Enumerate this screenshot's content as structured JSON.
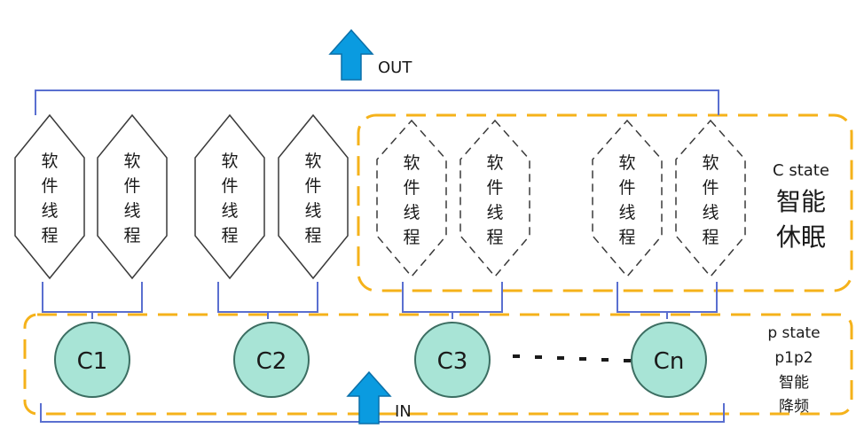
{
  "arrows": {
    "out_label": "OUT",
    "in_label": "IN",
    "fill_color": "#0A9BE0"
  },
  "threads": [
    {
      "label": [
        "软",
        "件",
        "线",
        "程"
      ],
      "style": "solid"
    },
    {
      "label": [
        "软",
        "件",
        "线",
        "程"
      ],
      "style": "solid"
    },
    {
      "label": [
        "软",
        "件",
        "线",
        "程"
      ],
      "style": "solid"
    },
    {
      "label": [
        "软",
        "件",
        "线",
        "程"
      ],
      "style": "solid"
    },
    {
      "label": [
        "软",
        "件",
        "线",
        "程"
      ],
      "style": "dashed"
    },
    {
      "label": [
        "软",
        "件",
        "线",
        "程"
      ],
      "style": "dashed"
    },
    {
      "label": [
        "软",
        "件",
        "线",
        "程"
      ],
      "style": "dashed"
    },
    {
      "label": [
        "软",
        "件",
        "线",
        "程"
      ],
      "style": "dashed"
    }
  ],
  "cores": [
    {
      "label": "C1"
    },
    {
      "label": "C2"
    },
    {
      "label": "C3"
    },
    {
      "label": "Cn"
    }
  ],
  "c_state": {
    "line1": "C state",
    "line2": "智能",
    "line3": "休眠"
  },
  "p_state": {
    "line1": "p state",
    "line2": "p1p2",
    "line3": "智能",
    "line4": "降频"
  },
  "colors": {
    "core_fill": "#A8E4D6",
    "core_stroke": "#3C6E62",
    "bracket": "#5A6FD0",
    "dash_box": "#F5B21A",
    "hexagon_stroke": "#3A3A3A"
  }
}
